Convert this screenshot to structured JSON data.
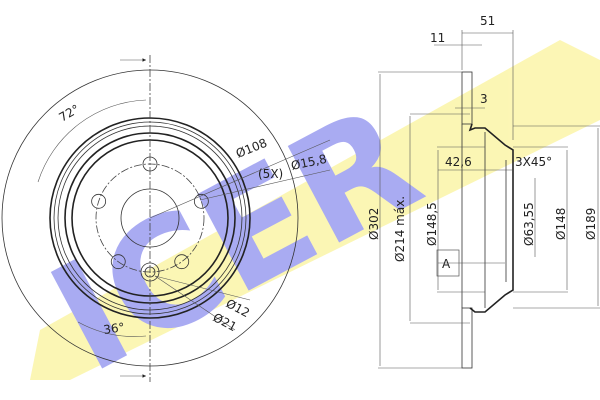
{
  "logo": {
    "text": "ICER",
    "colors": {
      "yellow": "#fbf5a8",
      "blue": "#9b9df0"
    }
  },
  "front_view": {
    "angle_top": "72°",
    "angle_bottom": "36°",
    "pcd": "Ø108",
    "bolt_holes": "(5X)",
    "bolt_hole_dia": "Ø15,8",
    "hole_small": "Ø12",
    "hole_large": "Ø21"
  },
  "side_view": {
    "total_height": "51",
    "thickness": "11",
    "min_thickness": "3",
    "hat_depth": "42,6",
    "chamfer": "3X45°",
    "outer_dia": "Ø302",
    "friction_dia": "Ø214 máx.",
    "d148_5": "Ø148,5",
    "center_bore": "Ø63,55",
    "d148": "Ø148",
    "d189": "Ø189",
    "datum": "A"
  }
}
